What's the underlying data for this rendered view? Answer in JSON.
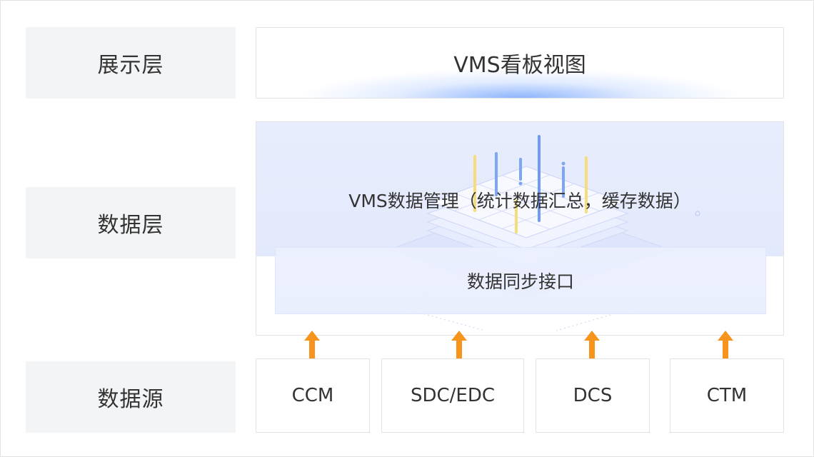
{
  "layers": {
    "display": {
      "label": "展示层",
      "content": "VMS看板视图"
    },
    "data": {
      "label": "数据层",
      "management": "VMS数据管理（统计数据汇总，缓存数据）",
      "sync_interface": "数据同步接口"
    },
    "source": {
      "label": "数据源",
      "items": [
        "CCM",
        "SDC/EDC",
        "DCS",
        "CTM"
      ]
    }
  },
  "colors": {
    "arrow": "#f7941d",
    "accent_blue": "#4f8cf7",
    "accent_yellow": "#f7dc6f",
    "label_bg": "#f3f4f6"
  }
}
